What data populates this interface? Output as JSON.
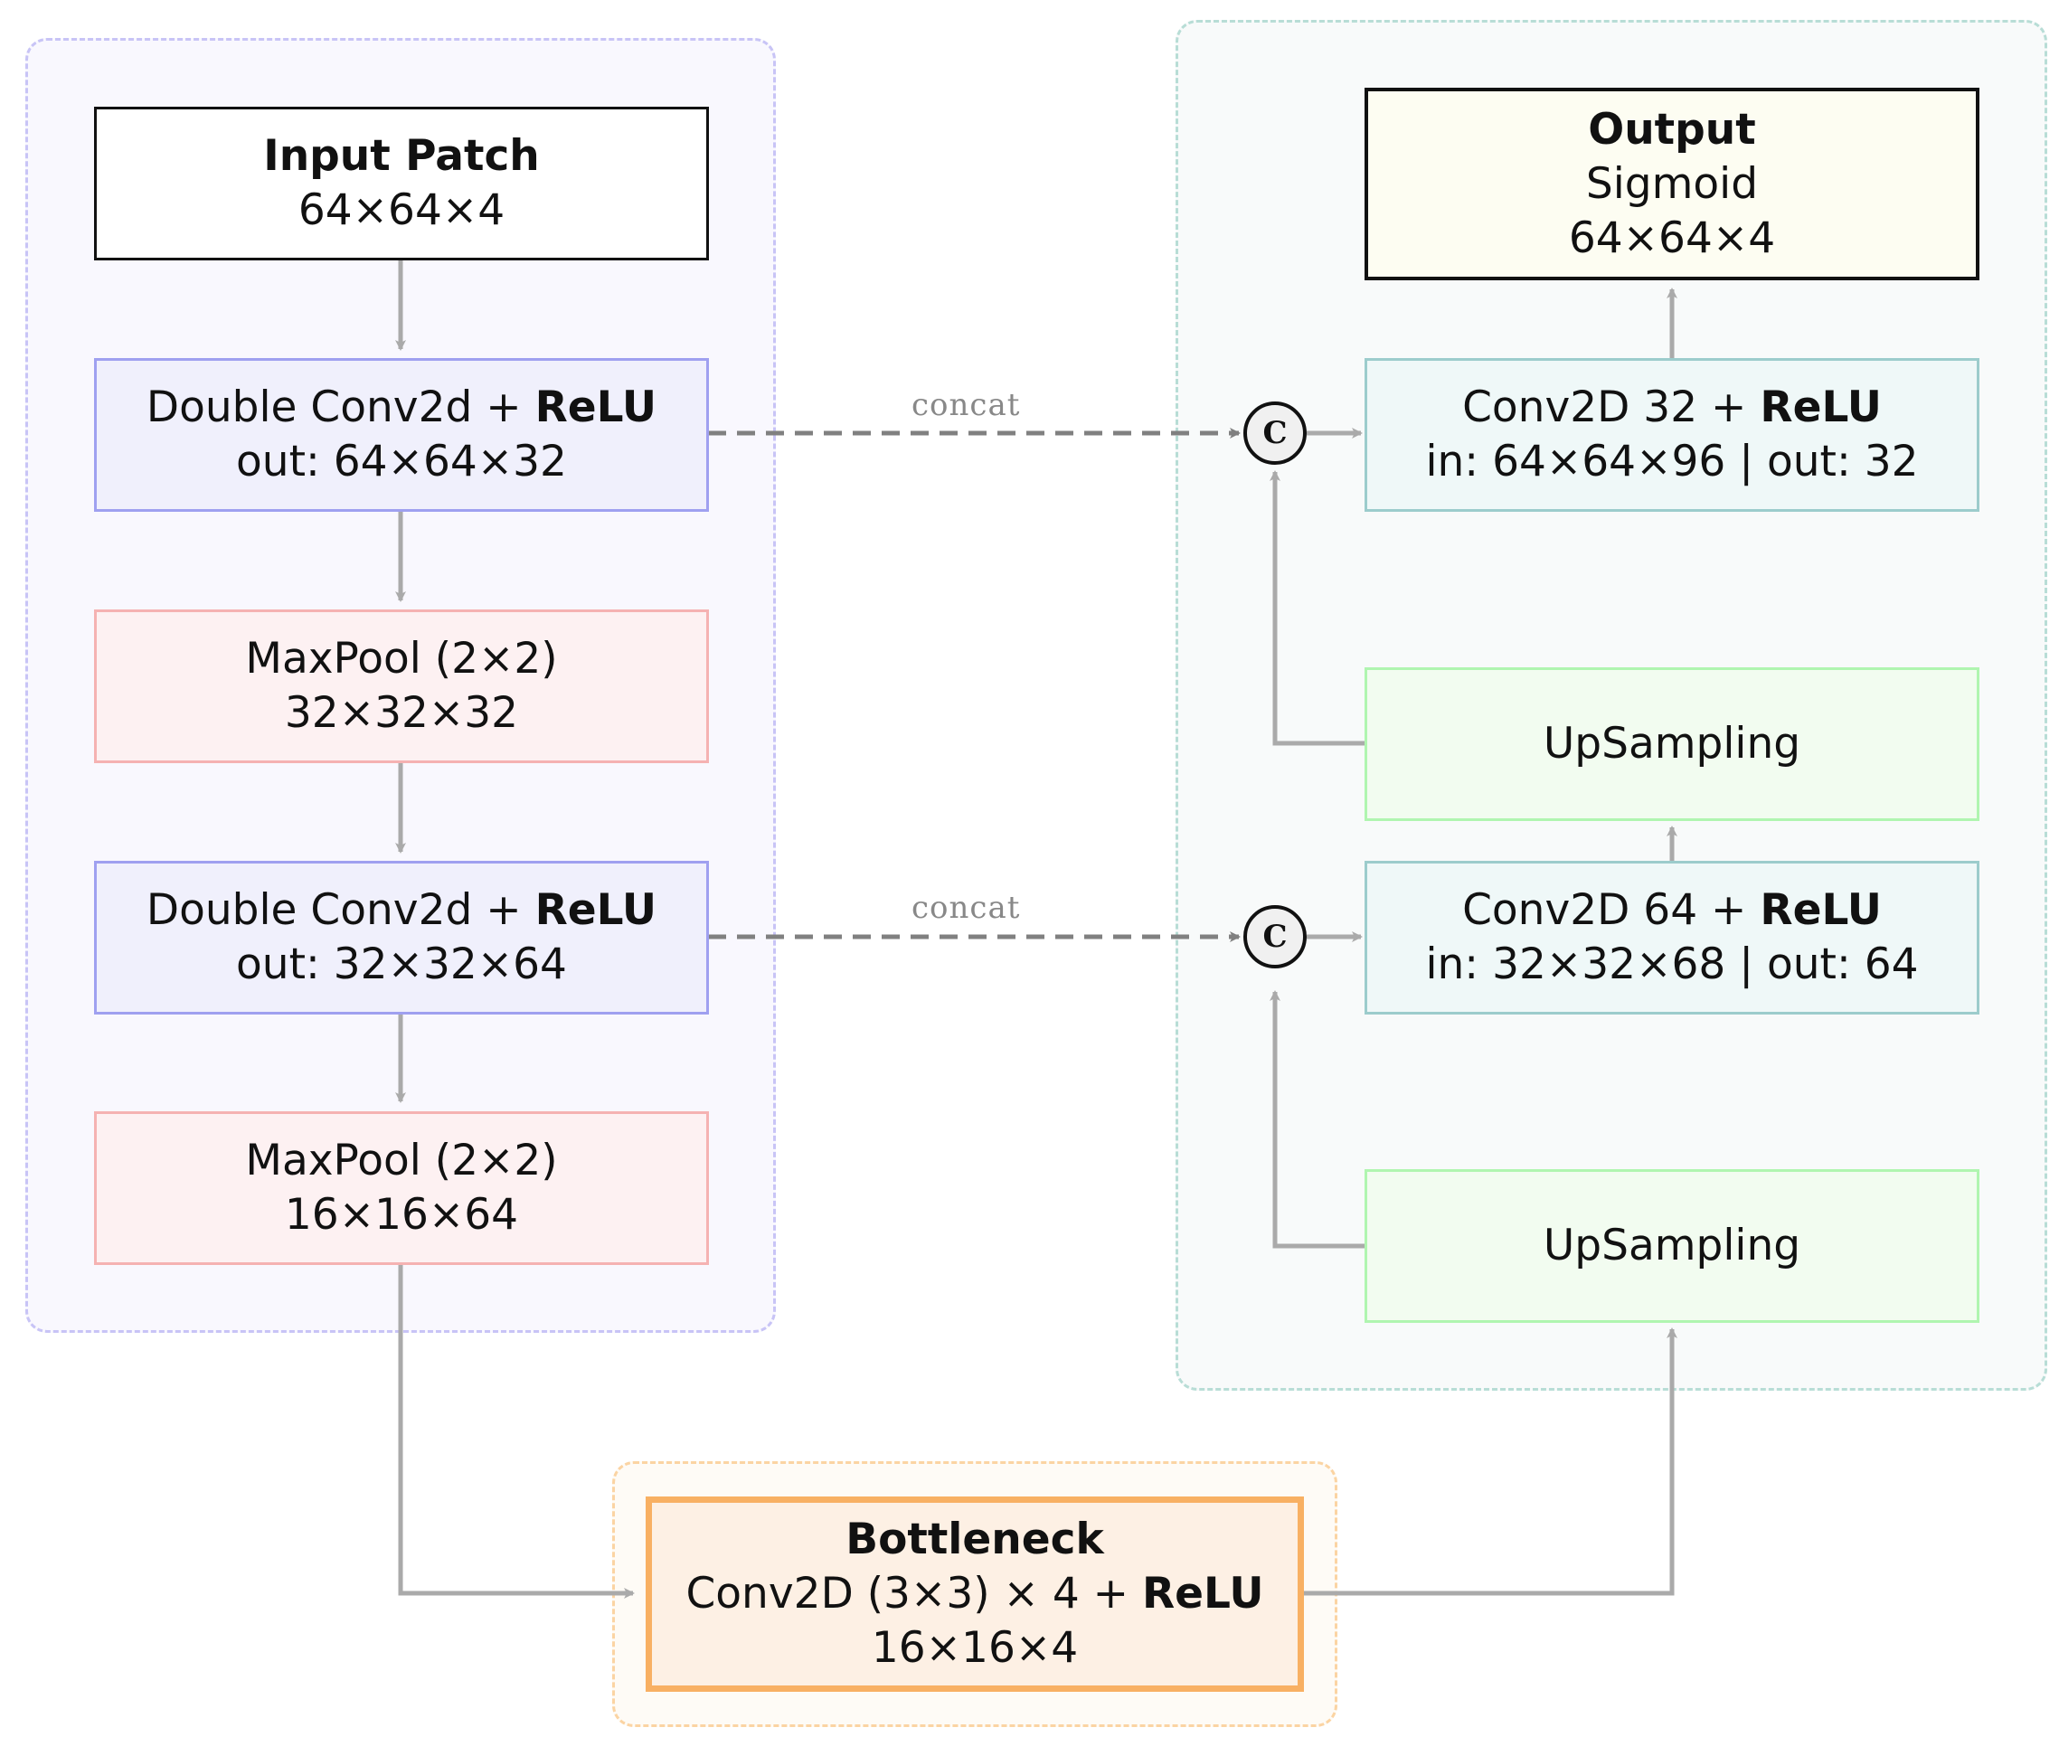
{
  "encoder": {
    "input": {
      "title": "Input Patch",
      "shape": "64×64×4"
    },
    "conv1": {
      "line1a": "Double Conv2d + ",
      "line1b": "ReLU",
      "line2": "out: 64×64×32"
    },
    "pool1": {
      "line1": "MaxPool (2×2)",
      "line2": "32×32×32"
    },
    "conv2": {
      "line1a": "Double Conv2d + ",
      "line1b": "ReLU",
      "line2": "out: 32×32×64"
    },
    "pool2": {
      "line1": "MaxPool (2×2)",
      "line2": "16×16×64"
    }
  },
  "bottleneck": {
    "title": "Bottleneck",
    "line2a": "Conv2D (3×3) × 4 + ",
    "line2b": "ReLU",
    "line3": "16×16×4"
  },
  "decoder": {
    "output": {
      "title": "Output",
      "line2": "Sigmoid",
      "line3": "64×64×4"
    },
    "conv32": {
      "line1a": "Conv2D 32 + ",
      "line1b": "ReLU",
      "line2": "in: 64×64×96 | out: 32"
    },
    "up1": {
      "label": "UpSampling"
    },
    "conv64": {
      "line1a": "Conv2D 64 + ",
      "line1b": "ReLU",
      "line2": "in: 32×32×68 | out: 64"
    },
    "up2": {
      "label": "UpSampling"
    }
  },
  "skip": {
    "label1": "concat",
    "label2": "concat",
    "concat_symbol": "C"
  },
  "colors": {
    "arrow": "#aaaaaa",
    "skip_arrow": "#808080",
    "encoder_group_border": "#c8c4f6",
    "encoder_group_fill": "#f9f8fe",
    "decoder_group_border": "#b8ddd6",
    "decoder_group_fill": "#f8fafa",
    "bottleneck_group_border": "#fbd4a3",
    "bottleneck_group_fill": "#fefbf6",
    "conv_border": "#9fa0f0",
    "conv_fill": "#f0f0fc",
    "pool_border": "#f5b2b2",
    "pool_fill": "#fdf1f2",
    "dec_conv_border": "#9ccccc",
    "dec_conv_fill": "#eff8f8",
    "up_border": "#b0f5b0",
    "up_fill": "#f2fcf0",
    "output_fill": "#fdfdf2",
    "bottleneck_border": "#f8b063",
    "bottleneck_fill": "#fdf0e4"
  }
}
